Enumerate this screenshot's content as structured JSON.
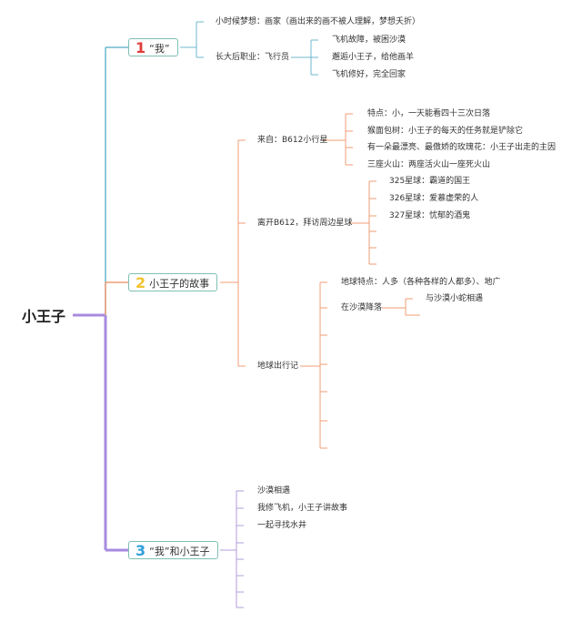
{
  "root": {
    "label": "小王子"
  },
  "branches": [
    {
      "num": "1",
      "num_color": "#e23b3b",
      "label": "“我”",
      "line_color": "#6cb8cf",
      "items": [
        {
          "label": "小时候梦想：画家（画出来的画不被人理解，梦想夭折）"
        },
        {
          "label": "长大后职业：飞行员",
          "children": [
            "飞机故障，被困沙漠",
            "邂逅小王子，给他画羊",
            "飞机修好，完全回家"
          ]
        }
      ]
    },
    {
      "num": "2",
      "num_color": "#f2c230",
      "label": "小王子的故事",
      "line_color": "#f09d75",
      "items": [
        {
          "label": "来自：B612小行星",
          "children": [
            "特点：小，一天能看四十三次日落",
            "猴面包树：小王子的每天的任务就是铲除它",
            "有一朵最漂亮、最傲娇的玫瑰花：小王子出走的主因",
            "三座火山：两座活火山一座死火山"
          ]
        },
        {
          "label": "离开B612，拜访周边星球",
          "children": [
            "325星球：霸道的国王",
            "326星球：爱慕虚荣的人",
            "327星球：忧郁的酒鬼",
            "",
            "",
            ""
          ]
        },
        {
          "label": "地球出行记",
          "children": [
            "地球特点：人多（各种各样的人都多）、地广",
            "在沙漠降落",
            "",
            "",
            "",
            "",
            ""
          ],
          "grandchildren": [
            "与沙漠小蛇相遇"
          ]
        }
      ]
    },
    {
      "num": "3",
      "num_color": "#2f9fd8",
      "label": "“我”和小王子",
      "line_color": "#b39ddb",
      "items": [
        {
          "label": "沙漠相遇"
        },
        {
          "label": "我修飞机，小王子讲故事"
        },
        {
          "label": "一起寻找水井"
        },
        {
          "label": ""
        },
        {
          "label": ""
        },
        {
          "label": ""
        },
        {
          "label": ""
        },
        {
          "label": ""
        },
        {
          "label": ""
        }
      ]
    }
  ],
  "colors": {
    "root_line": "#a78bdf",
    "box_border": "#7fbfb3"
  }
}
